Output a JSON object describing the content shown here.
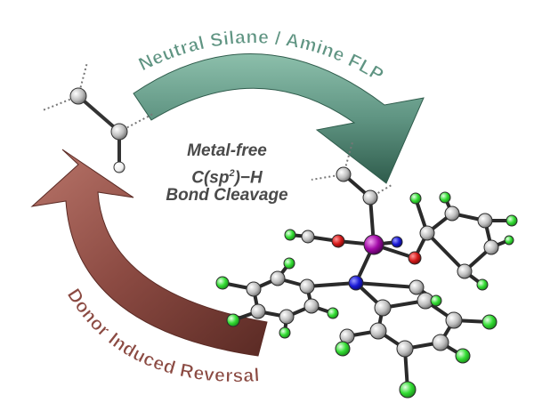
{
  "arrow_top_label": "Neutral Silane / Amine FLP",
  "arrow_bottom_label": "Donor Induced Reversal",
  "center": {
    "line1": "Metal-free",
    "line2_pre": "C(sp",
    "line2_sup": "2",
    "line2_post": ")−H",
    "line3": "Bond Cleavage"
  },
  "colors": {
    "top_arrow": "#5f9482",
    "bottom_arrow": "#8b4a42",
    "carbon": "#bdbdbd",
    "silicon": "#a30aa8",
    "nitrogen": "#1a1ad6",
    "oxygen": "#d61a1a",
    "fluorine": "#33dd33",
    "text": "#4a4a4a"
  }
}
